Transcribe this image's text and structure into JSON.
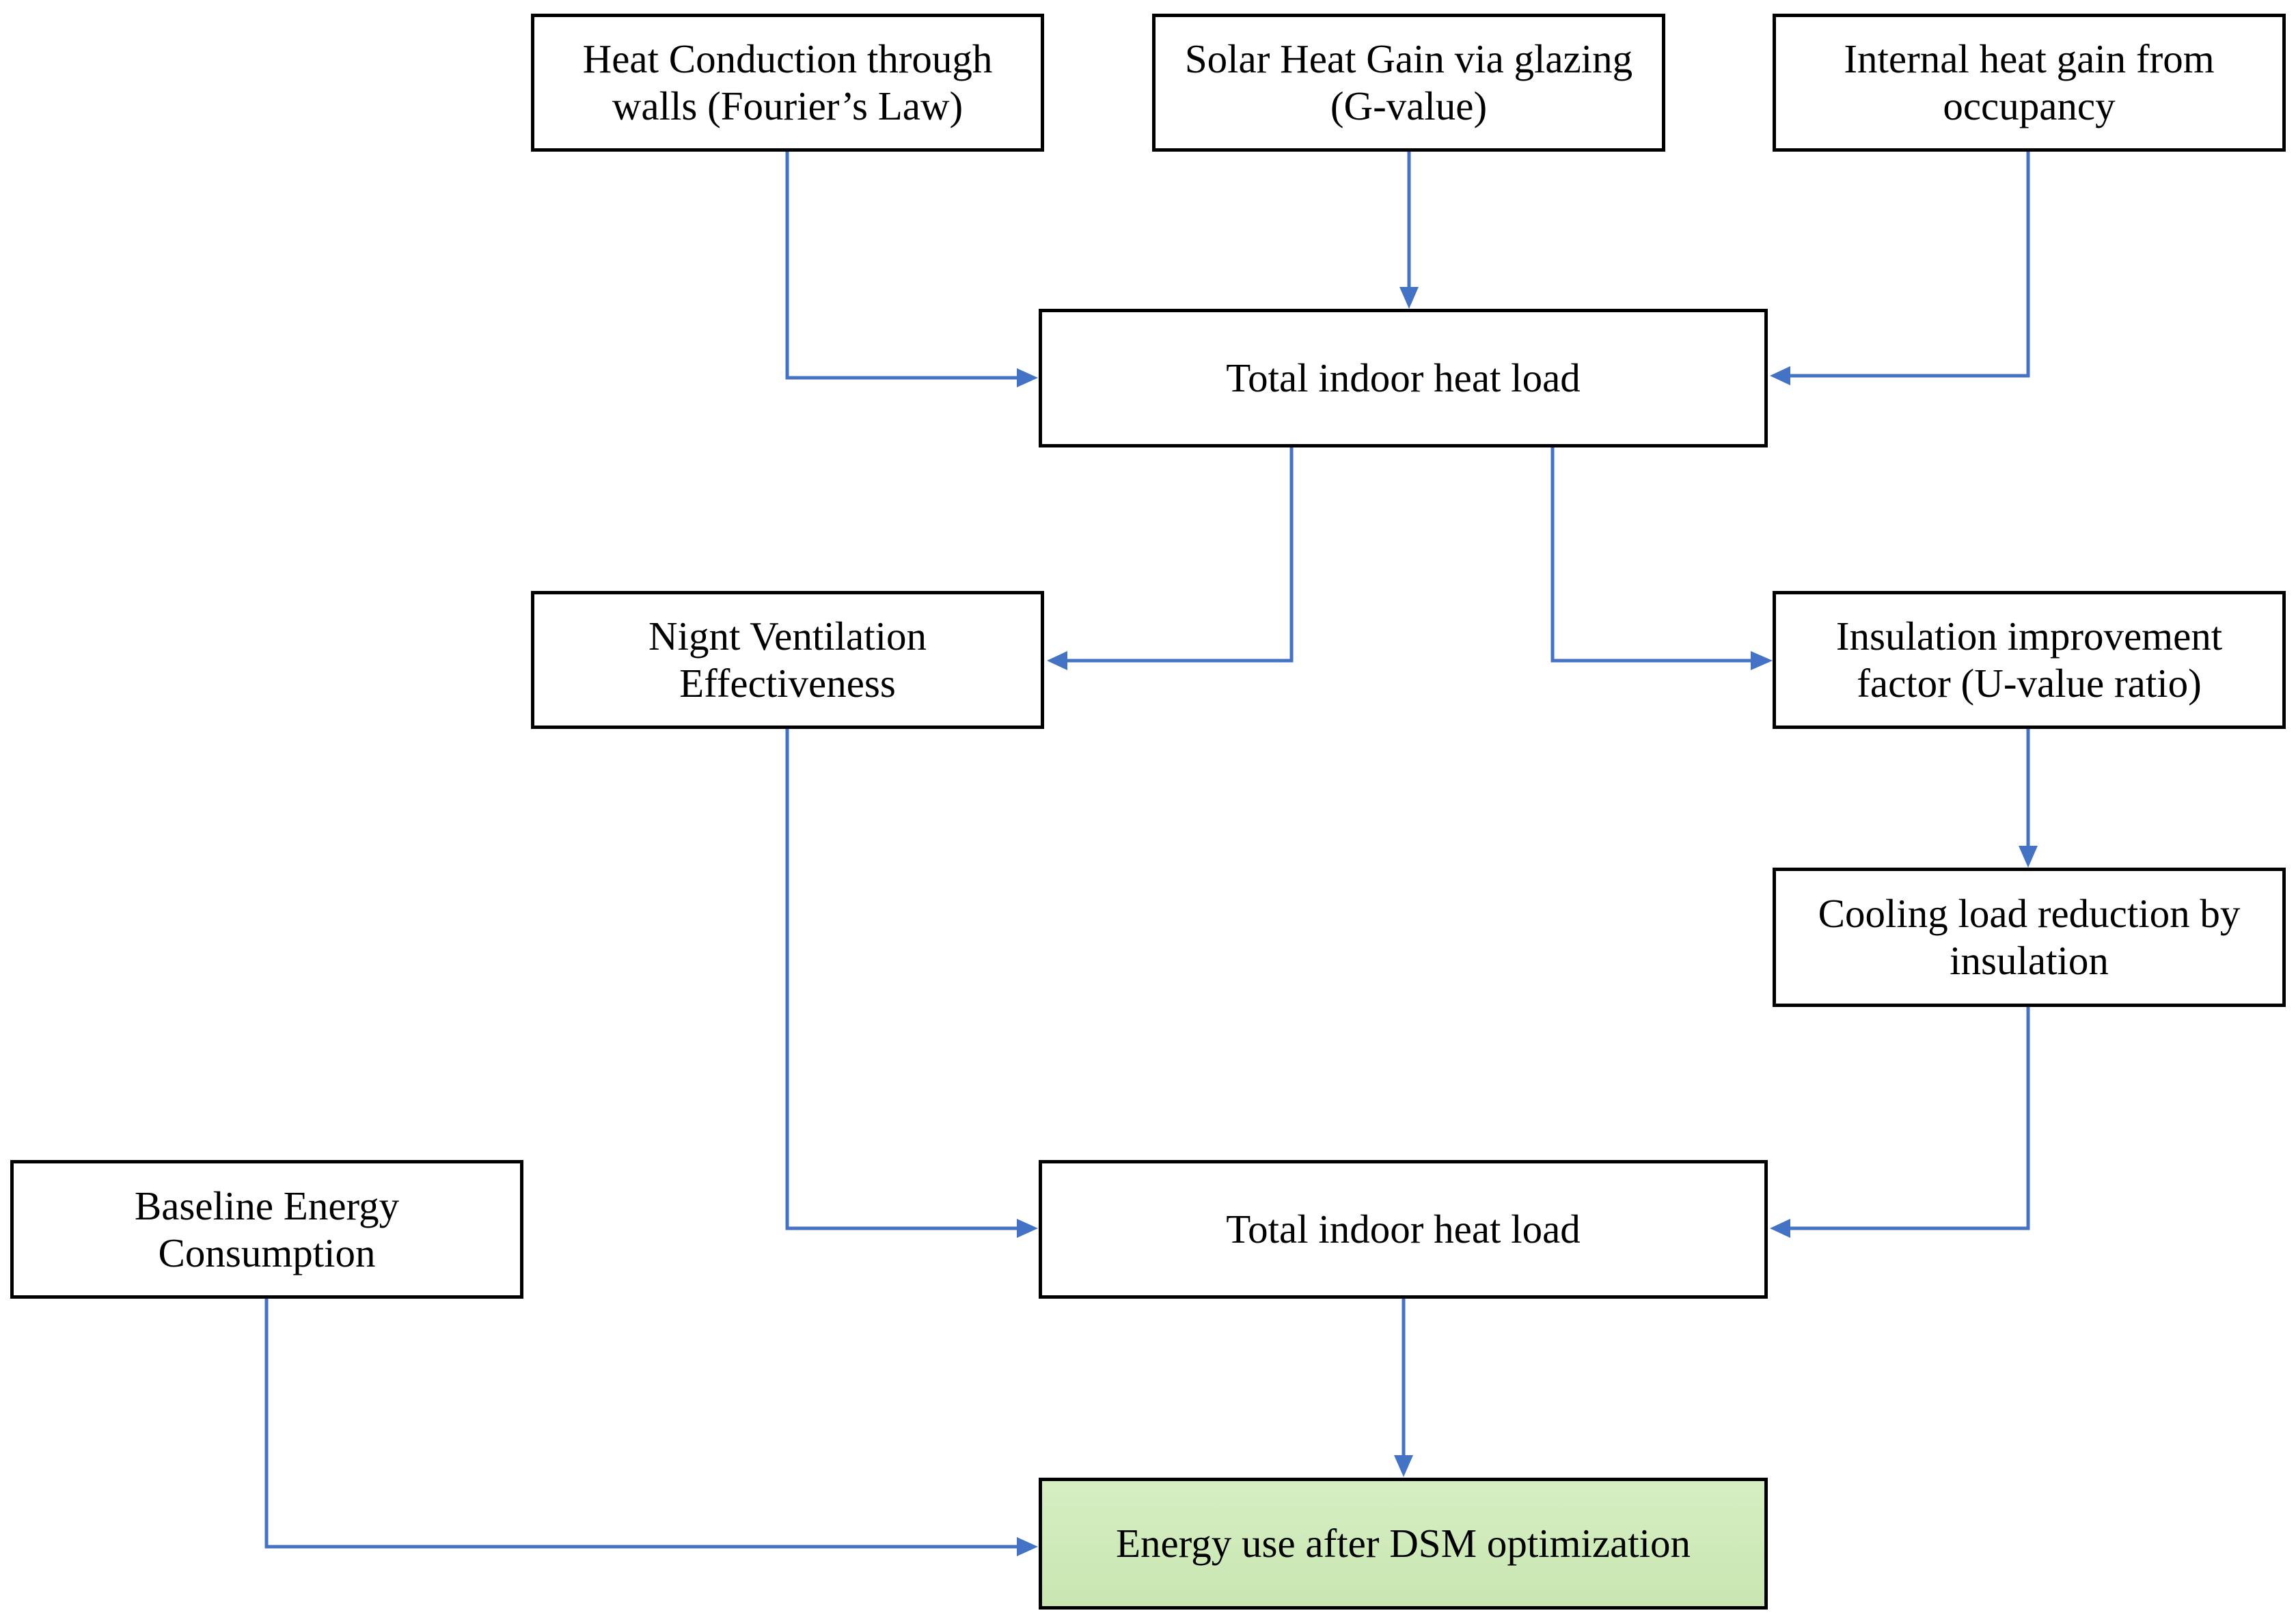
{
  "nodes": {
    "conduction": {
      "label": "Heat Conduction through walls (Fourier’s Law)"
    },
    "solar": {
      "label": "Solar Heat Gain via glazing (G-value)"
    },
    "internal": {
      "label": "Internal heat gain from occupancy"
    },
    "total_load_1": {
      "label": "Total indoor heat load"
    },
    "night_vent": {
      "label": "Nignt Ventilation Effectiveness"
    },
    "insulation": {
      "label": "Insulation improvement factor (U-value ratio)"
    },
    "cooling_reduction": {
      "label": "Cooling load reduction by insulation"
    },
    "baseline": {
      "label": "Baseline Energy Consumption"
    },
    "total_load_2": {
      "label": "Total indoor heat load"
    },
    "final": {
      "label": "Energy use after DSM optimization"
    }
  },
  "edges": [
    {
      "from": "conduction",
      "to": "total_load_1"
    },
    {
      "from": "solar",
      "to": "total_load_1"
    },
    {
      "from": "internal",
      "to": "total_load_1"
    },
    {
      "from": "total_load_1",
      "to": "night_vent"
    },
    {
      "from": "total_load_1",
      "to": "insulation"
    },
    {
      "from": "insulation",
      "to": "cooling_reduction"
    },
    {
      "from": "night_vent",
      "to": "total_load_2"
    },
    {
      "from": "cooling_reduction",
      "to": "total_load_2"
    },
    {
      "from": "total_load_2",
      "to": "final"
    },
    {
      "from": "baseline",
      "to": "final"
    }
  ],
  "colors": {
    "connector": "#4472c4",
    "box_border": "#000000",
    "final_fill": "#cfe9ba"
  }
}
